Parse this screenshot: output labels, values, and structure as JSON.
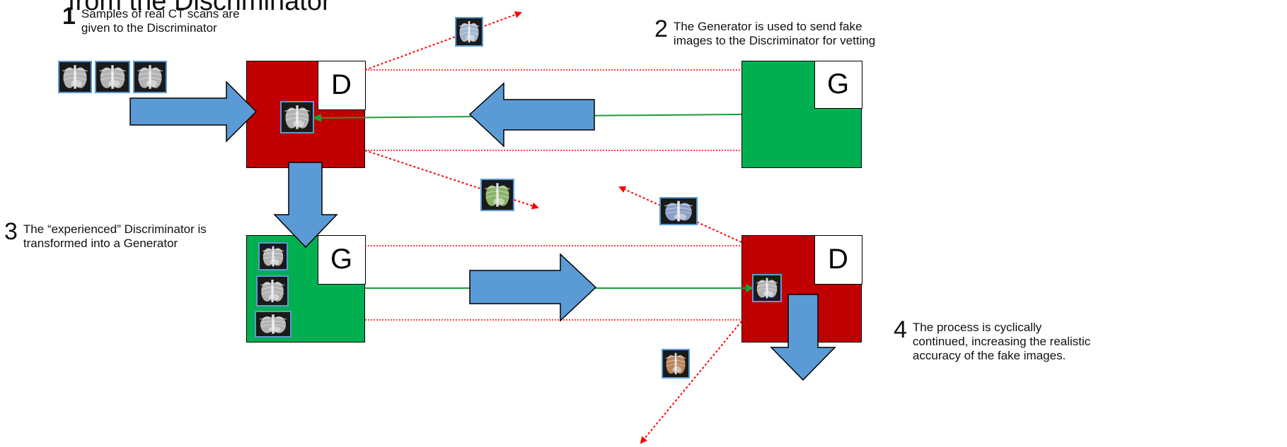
{
  "title_partial": "from the Discriminator",
  "steps": [
    {
      "number": "1",
      "text": "Samples of real CT scans are\ngiven to the Discriminator"
    },
    {
      "number": "2",
      "text": "The Generator is used to send fake\nimages to the Discriminator for vetting"
    },
    {
      "number": "3",
      "text": "The “experienced” Discriminator is\ntransformed into a Generator"
    },
    {
      "number": "4",
      "text": "The process is cyclically\ncontinued, increasing the realistic\naccuracy of the fake images."
    }
  ],
  "labels": {
    "d_top": "D",
    "g_top": "G",
    "g_bottom": "G",
    "d_bottom": "D"
  },
  "colors": {
    "discriminator": "#c00000",
    "generator": "#00b050",
    "arrow_fill": "#5b9bd5",
    "connector_line": "#1a9e3a",
    "dotted_line": "#ff0000"
  },
  "scan_tints": {
    "gray": "#cfcfcf",
    "light_blue": "#b9d3ee",
    "green": "#9fcf7a",
    "blue": "#9db8e8",
    "orange": "#d79a6c"
  }
}
